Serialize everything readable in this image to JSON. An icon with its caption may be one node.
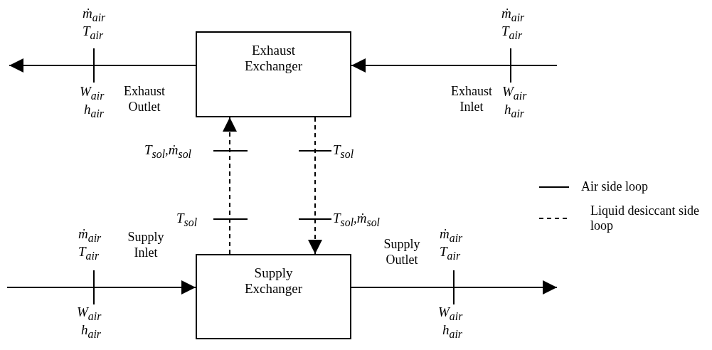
{
  "diagram": {
    "nodes": [
      {
        "text": [
          "Exhaust Exchanger"
        ]
      },
      {
        "text": [
          "Supply Exchanger"
        ]
      }
    ],
    "edges": [
      {
        "from": 0,
        "to": null,
        "arrow": "to",
        "label": "Exhaust Outlet"
      },
      {
        "from": null,
        "to": 0,
        "arrow": "to",
        "label": "Exhaust Inlet"
      },
      {
        "from": null,
        "to": 1,
        "arrow": "to",
        "label": "Supply Inlet"
      },
      {
        "from": 1,
        "to": null,
        "arrow": "to",
        "label": "Supply Outlet"
      },
      {
        "from": 1,
        "to": 0,
        "arrow": "to",
        "style": "dashed"
      },
      {
        "from": 0,
        "to": 1,
        "arrow": "to",
        "style": "dashed"
      }
    ],
    "labels": [
      "ṁ$_{air}$",
      "ṁ$_{air}$",
      "T$_{air}$",
      "T$_{air}$",
      "W$_{air}$",
      "W$_{air}$",
      "h$_{air}$",
      "h$_{air}$",
      "T$_{sol}$,ṁ$_{sol}$",
      "T$_{sol}$",
      "T$_{sol}$",
      "T$_{sol}$,ṁ$_{sol}$",
      "ṁ$_{air}$",
      "ṁ$_{air}$",
      "T$_{air}$",
      "T$_{air}$",
      "W$_{air}$",
      "W$_{air}$",
      "h$_{air}$",
      "h$_{air}$"
    ],
    "legend": [
      {
        "text": "Air side loop"
      },
      {
        "text": "Liquid desiccant side loop"
      }
    ]
  }
}
